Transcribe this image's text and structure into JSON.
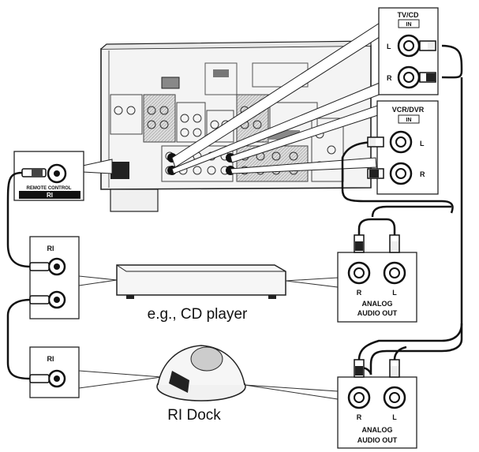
{
  "labels": {
    "tv_cd": "TV/CD",
    "tv_cd_in": "IN",
    "vcr_dvr": "VCR/DVR",
    "vcr_dvr_in": "IN",
    "L": "L",
    "R": "R",
    "remote_control": "REMOTE CONTROL",
    "ri_logo": "RI",
    "ri_small_1": "RI",
    "ri_small_2": "RI",
    "cd_player": "e.g., CD player",
    "ri_dock": "RI Dock",
    "analog_out_1_line1": "ANALOG",
    "analog_out_1_line2": "AUDIO OUT",
    "analog_out_2_line1": "ANALOG",
    "analog_out_2_line2": "AUDIO OUT"
  }
}
